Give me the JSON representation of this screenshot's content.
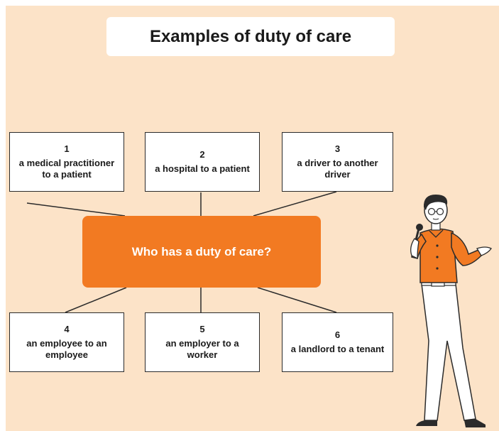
{
  "title": "Examples of duty of care",
  "center": "Who has a duty of care?",
  "cards": [
    {
      "num": "1",
      "text": "a medical practitioner to a patient"
    },
    {
      "num": "2",
      "text": "a hospital to a patient"
    },
    {
      "num": "3",
      "text": "a driver to another driver"
    },
    {
      "num": "4",
      "text": "an employee to an employee"
    },
    {
      "num": "5",
      "text": "an employer to a worker"
    },
    {
      "num": "6",
      "text": "a landlord to a tenant"
    }
  ],
  "colors": {
    "background": "#fce3c8",
    "accent": "#f27a22",
    "card": "#ffffff"
  },
  "illustration": "man-speaking-into-microphone"
}
